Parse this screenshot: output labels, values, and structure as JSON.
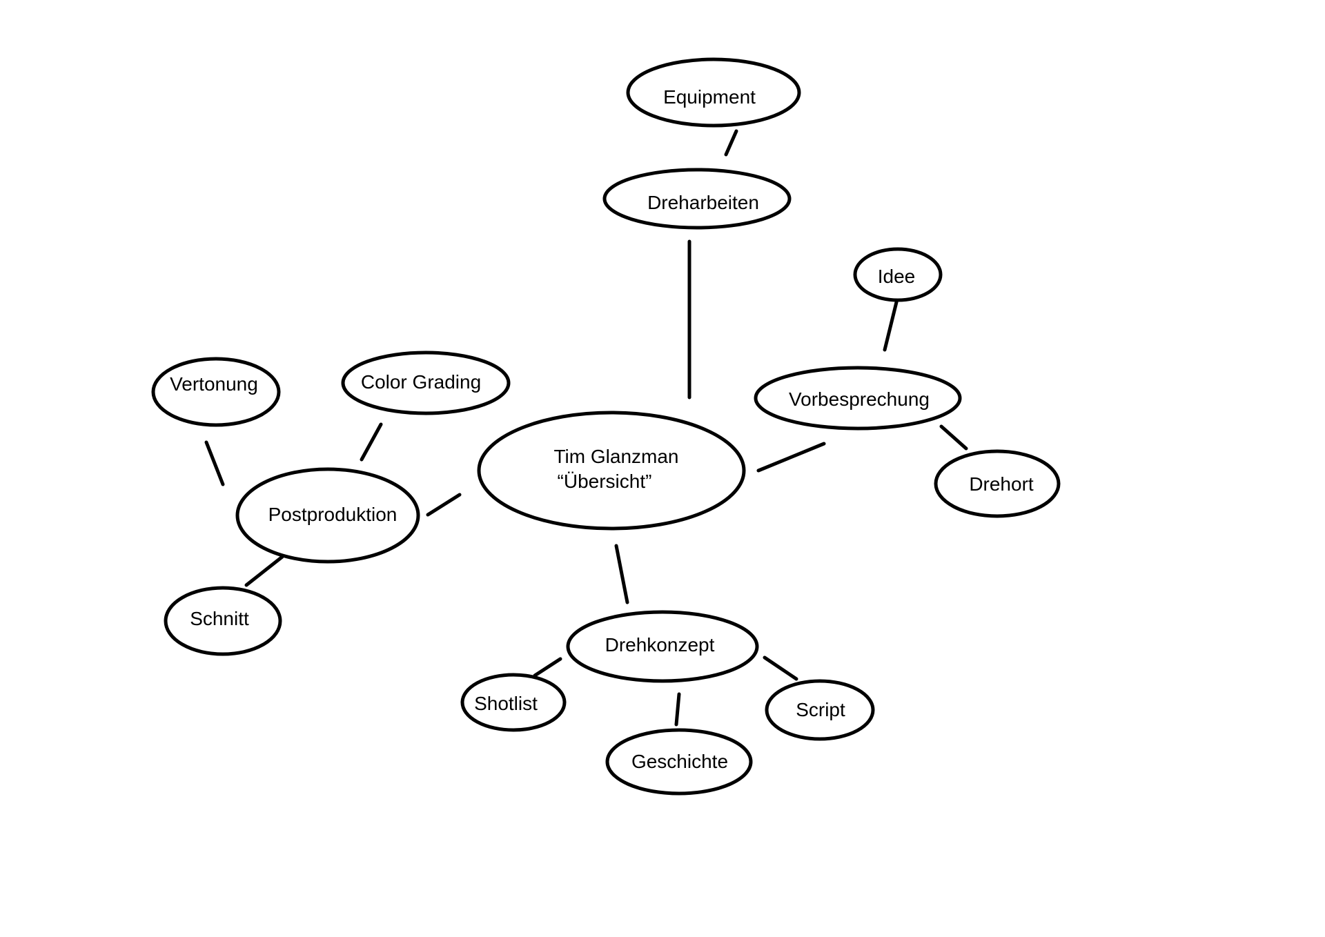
{
  "mindmap": {
    "center": {
      "line1": "Tim Glanzman",
      "line2": "“Übersicht”"
    },
    "branches": {
      "dreharbeiten": {
        "label": "Dreharbeiten",
        "children": {
          "equipment": "Equipment"
        }
      },
      "vorbesprechung": {
        "label": "Vorbesprechung",
        "children": {
          "idee": "Idee",
          "drehort": "Drehort"
        }
      },
      "drehkonzept": {
        "label": "Drehkonzept",
        "children": {
          "shotlist": "Shotlist",
          "geschichte": "Geschichte",
          "script": "Script"
        }
      },
      "postproduktion": {
        "label": "Postproduktion",
        "children": {
          "vertonung": "Vertonung",
          "color_grading": "Color Grading",
          "schnitt": "Schnitt"
        }
      }
    }
  }
}
